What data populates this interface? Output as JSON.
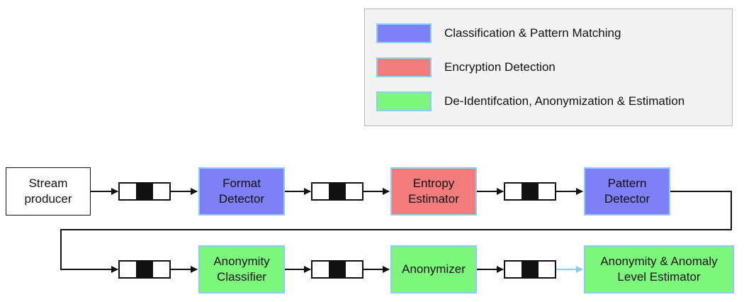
{
  "colors": {
    "classification": "#7f7ff6",
    "encryption": "#f27c7c",
    "anonymization": "#7cf77c",
    "border": "#8ccdf2",
    "line": "#111111",
    "accent_arrow": "#8ccdf2"
  },
  "legend": [
    {
      "key": "classification",
      "label": "Classification & Pattern Matching"
    },
    {
      "key": "encryption",
      "label": "Encryption Detection"
    },
    {
      "key": "anonymization",
      "label": "De-Identifcation, Anonymization & Estimation"
    }
  ],
  "nodes": {
    "stream_producer": "Stream\nproducer",
    "format_detector": "Format\nDetector",
    "entropy_estimator": "Entropy\nEstimator",
    "pattern_detector": "Pattern\nDetector",
    "anonymity_classifier": "Anonymity\nClassifier",
    "anonymizer": "Anonymizer",
    "anomaly_estimator": "Anonymity & Anomaly\nLevel Estimator"
  }
}
